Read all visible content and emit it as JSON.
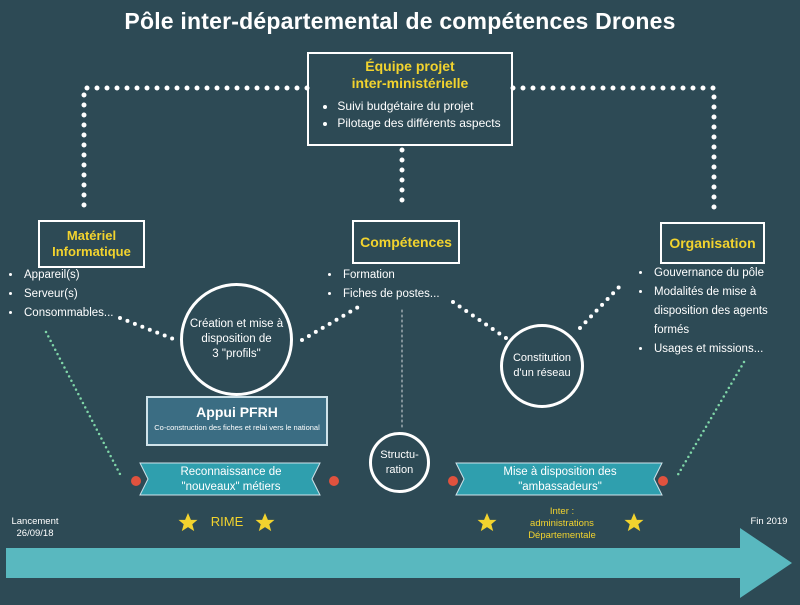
{
  "title": "Pôle inter-départemental de compétences Drones",
  "equipe": {
    "title_line1": "Équipe projet",
    "title_line2": "inter-ministérielle",
    "items": [
      "Suivi budgétaire du projet",
      "Pilotage des différents aspects"
    ]
  },
  "materiel": {
    "title_line1": "Matériel",
    "title_line2": "Informatique",
    "items": [
      "Appareil(s)",
      "Serveur(s)",
      "Consommables..."
    ]
  },
  "competences": {
    "title": "Compétences",
    "items": [
      "Formation",
      "Fiches de postes..."
    ]
  },
  "organisation": {
    "title": "Organisation",
    "items": [
      "Gouvernance du pôle",
      "Modalités de mise à disposition des agents formés",
      "Usages et missions..."
    ]
  },
  "circles": {
    "profils": [
      "Création et mise à",
      "disposition de",
      "3 \"profils\""
    ],
    "reseau": [
      "Constitution",
      "d'un réseau"
    ],
    "structuration": [
      "Structu-",
      "ration"
    ]
  },
  "pfrh": {
    "title": "Appui PFRH",
    "subtitle": "Co-construction des fiches et relai vers le national"
  },
  "ribbons": {
    "left": [
      "Reconnaissance de",
      "\"nouveaux\" métiers"
    ],
    "right": [
      "Mise à disposition des",
      "\"ambassadeurs\""
    ]
  },
  "rime": "RIME",
  "inter": [
    "Inter :",
    "administrations",
    "Départementale"
  ],
  "timeline": {
    "start_label": "Lancement",
    "start_date": "26/09/18",
    "end_label": "Fin 2019"
  },
  "colors": {
    "background": "#2d4a55",
    "accent_yellow": "#f2d32e",
    "ribbon": "#2f9fae",
    "arrow": "#59b8bf",
    "dot_red": "#e0523e",
    "dotted_green": "#7fd6a8"
  }
}
